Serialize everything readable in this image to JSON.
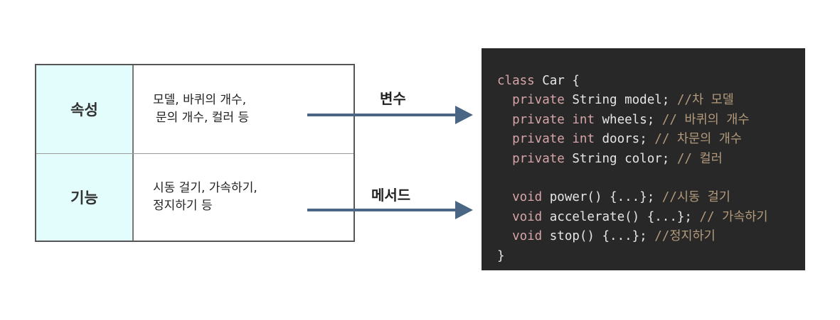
{
  "table": {
    "rows": [
      {
        "header": "속성",
        "lines": [
          "모델, 바퀴의 개수,",
          "문의 개수, 컬러 등"
        ]
      },
      {
        "header": "기능",
        "lines": [
          "시동 걸기, 가속하기,",
          "정지하기 등"
        ]
      }
    ]
  },
  "arrows": {
    "top_label": "변수",
    "bottom_label": "메서드",
    "color": "#4b6584"
  },
  "code": {
    "lines": [
      [
        {
          "t": "kw",
          "v": "class"
        },
        {
          "t": "tx",
          "v": " Car {"
        }
      ],
      [
        {
          "t": "kw",
          "v": "  private"
        },
        {
          "t": "tx",
          "v": " String model; "
        },
        {
          "t": "cm",
          "v": "//차 모델"
        }
      ],
      [
        {
          "t": "kw",
          "v": "  private"
        },
        {
          "t": "tx",
          "v": " "
        },
        {
          "t": "kw",
          "v": "int"
        },
        {
          "t": "tx",
          "v": " wheels; "
        },
        {
          "t": "cm",
          "v": "// 바퀴의 개수"
        }
      ],
      [
        {
          "t": "kw",
          "v": "  private"
        },
        {
          "t": "tx",
          "v": " "
        },
        {
          "t": "kw",
          "v": "int"
        },
        {
          "t": "tx",
          "v": " doors; "
        },
        {
          "t": "cm",
          "v": "// 차문의 개수"
        }
      ],
      [
        {
          "t": "kw",
          "v": "  private"
        },
        {
          "t": "tx",
          "v": " String color; "
        },
        {
          "t": "cm",
          "v": "// 컬러"
        }
      ],
      [],
      [
        {
          "t": "kw",
          "v": "  void"
        },
        {
          "t": "tx",
          "v": " power() {...}; "
        },
        {
          "t": "cm",
          "v": "//시동 걸기"
        }
      ],
      [
        {
          "t": "kw",
          "v": "  void"
        },
        {
          "t": "tx",
          "v": " accelerate() {...}; "
        },
        {
          "t": "cm",
          "v": "// 가속하기"
        }
      ],
      [
        {
          "t": "kw",
          "v": "  void"
        },
        {
          "t": "tx",
          "v": " stop() {...}; "
        },
        {
          "t": "cm",
          "v": "//정지하기"
        }
      ],
      [
        {
          "t": "tx",
          "v": "}"
        }
      ]
    ]
  }
}
